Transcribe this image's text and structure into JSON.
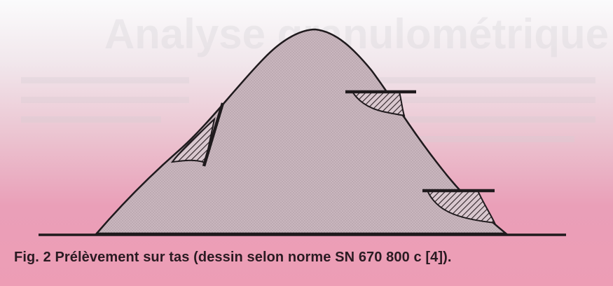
{
  "background_heading": "Analyse granulométrique",
  "caption": "Fig. 2  Prélèvement sur tas (dessin selon norme SN 670 800 c [4]).",
  "colors": {
    "pile_fill": "#c9b6be",
    "hatch": "#2b1f24",
    "ink": "#1f1a1d"
  },
  "icons": [
    "sampling-plate",
    "hatched-sample-area"
  ]
}
